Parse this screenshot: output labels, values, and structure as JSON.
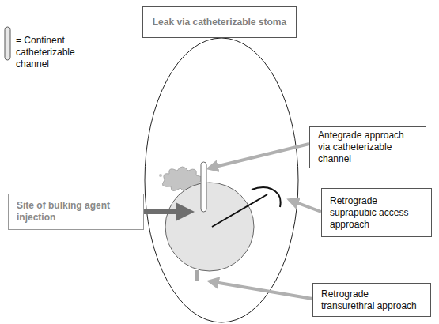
{
  "diagram": {
    "nodes": [
      {
        "text": [
          "Leak via catheterizable stoma"
        ]
      },
      {
        "text": [
          "Antegrade approach via catheterizable channel"
        ]
      },
      {
        "text": [
          "Site of bulking agent injection"
        ]
      },
      {
        "text": [
          "Retrograde suprapubic access approach"
        ]
      },
      {
        "text": [
          "Retrograde transurethral approach"
        ]
      }
    ],
    "legend": [
      {
        "text": "= Continent catheterizable channel"
      }
    ]
  }
}
